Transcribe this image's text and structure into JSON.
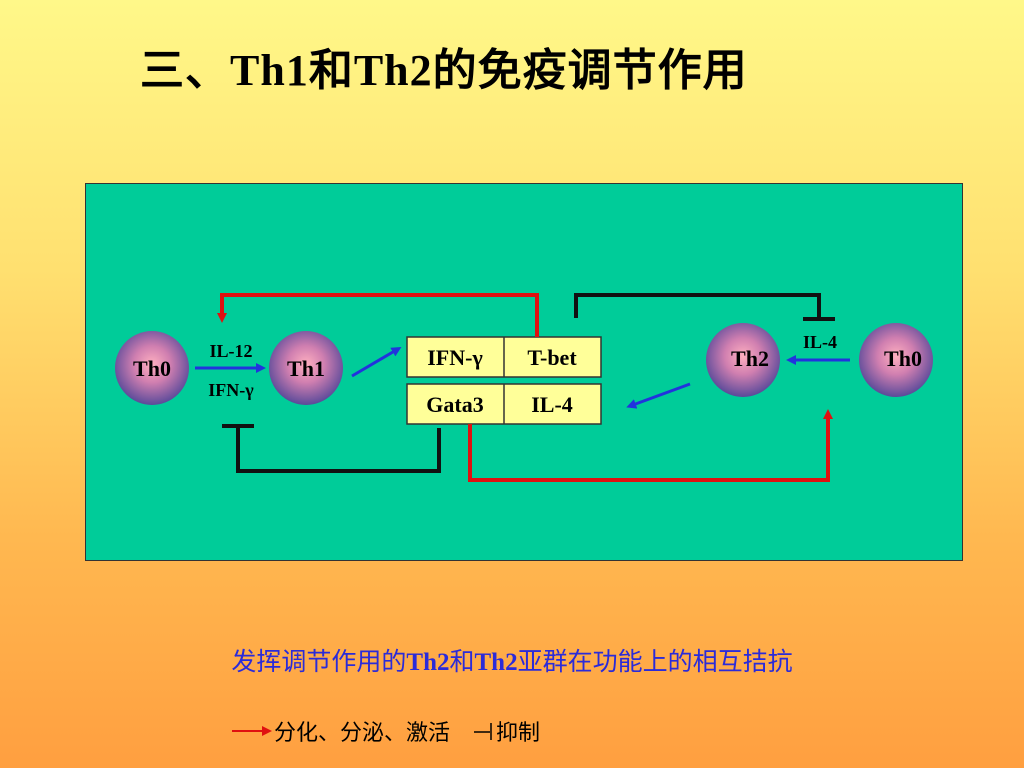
{
  "title": {
    "prefix": "三、",
    "th1": "Th1",
    "and": "和",
    "th2": "Th2",
    "suffix": "的免疫调节作用"
  },
  "diagram": {
    "cells": {
      "th0_left": "Th0",
      "th1": "Th1",
      "th2": "Th2",
      "th0_right": "Th0"
    },
    "labels": {
      "il12": "IL-12",
      "ifng_left": "IFN-γ",
      "il4_right": "IL-4"
    },
    "table": [
      [
        "IFN-γ",
        "T-bet"
      ],
      [
        "Gata3",
        "IL-4"
      ]
    ],
    "colors": {
      "panel": "#00cc99",
      "activation": "#e01010",
      "inhibition": "#111111",
      "blue_arrow": "#2233dd",
      "cell_center": "#ff9fb0",
      "cell_edge": "#5a4a9a",
      "table_fill": "#ffff99"
    }
  },
  "caption": {
    "part1": "发挥调节作用的",
    "th2a": "Th2",
    "and": "和",
    "th2b": "Th2",
    "part2": "亚群在功能上的相互拮抗"
  },
  "legend": {
    "activate_label": "分化、分泌、激活",
    "inhibit_label": "抑制"
  }
}
